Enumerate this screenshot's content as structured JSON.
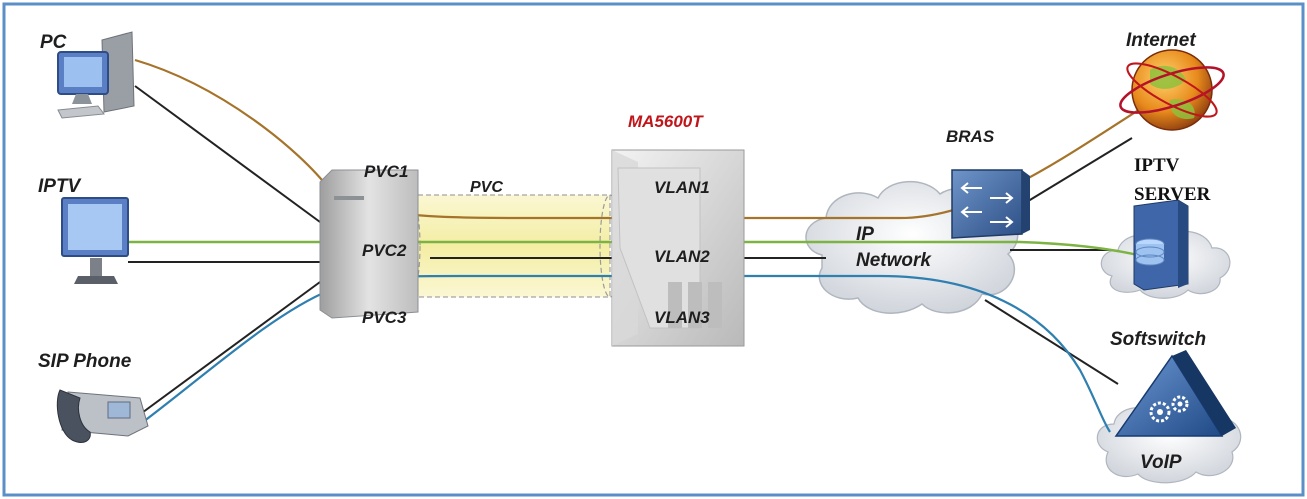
{
  "diagram": {
    "devices": {
      "pc": "PC",
      "iptv": "IPTV",
      "sip_phone": "SIP Phone",
      "olt": "MA5600T",
      "bras": "BRAS",
      "internet": "Internet",
      "iptv_server_line1": "IPTV",
      "iptv_server_line2": "SERVER",
      "softswitch": "Softswitch",
      "voip": "VoIP",
      "ip_network_line1": "IP",
      "ip_network_line2": "Network"
    },
    "tunnel": {
      "pvc": "PVC",
      "pvc1": "PVC1",
      "pvc2": "PVC2",
      "pvc3": "PVC3"
    },
    "vlans": {
      "vlan1": "VLAN1",
      "vlan2": "VLAN2",
      "vlan3": "VLAN3"
    },
    "colors": {
      "frame": "#5b8fc7",
      "internet_line": "#a5732a",
      "iptv_line": "#7cb342",
      "voip_line": "#2f7fb0",
      "black_line": "#222222",
      "tunnel_fill": "#f8f2b5"
    }
  }
}
